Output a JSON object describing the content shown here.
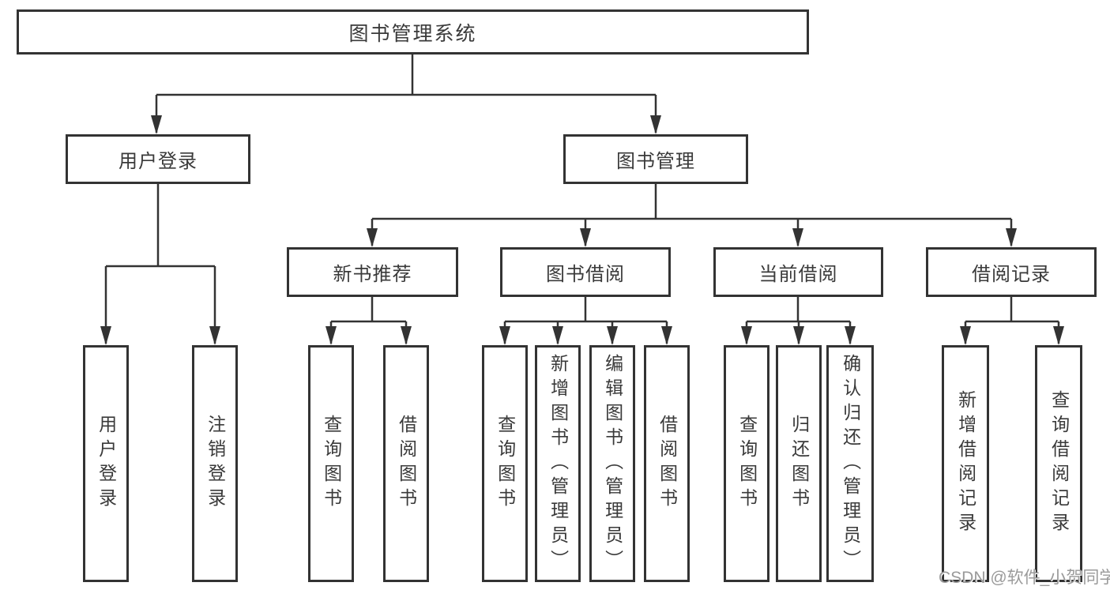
{
  "diagram": {
    "root": {
      "label": "图书管理系统"
    },
    "user_login": {
      "label": "用户登录",
      "children": [
        {
          "label": "用户登录"
        },
        {
          "label": "注销登录"
        }
      ]
    },
    "book_management": {
      "label": "图书管理",
      "sections": [
        {
          "label": "新书推荐",
          "children": [
            {
              "label": "查询图书"
            },
            {
              "label": "借阅图书"
            }
          ]
        },
        {
          "label": "图书借阅",
          "children": [
            {
              "label": "查询图书"
            },
            {
              "label": "新增图书（管理员）"
            },
            {
              "label": "编辑图书（管理员）"
            },
            {
              "label": "借阅图书"
            }
          ]
        },
        {
          "label": "当前借阅",
          "children": [
            {
              "label": "查询图书"
            },
            {
              "label": "归还图书"
            },
            {
              "label": "确认归还（管理员）"
            }
          ]
        },
        {
          "label": "借阅记录",
          "children": [
            {
              "label": "新增借阅记录"
            },
            {
              "label": "查询借阅记录"
            }
          ]
        }
      ]
    }
  },
  "watermark": {
    "text": "CSDN @软件_小贺同学"
  },
  "colors": {
    "line": "#333333",
    "box_border": "#333333",
    "text": "#3a3a3a",
    "watermark": "#9a9a9a",
    "background": "#ffffff"
  }
}
